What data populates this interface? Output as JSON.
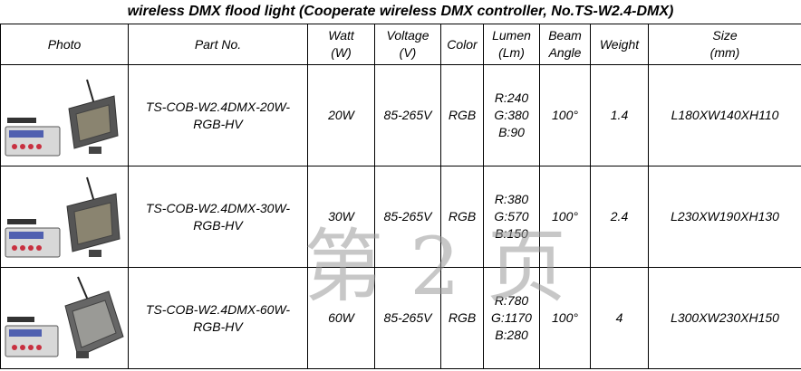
{
  "title": "wireless DMX flood light (Cooperate  wireless DMX controller, No.TS-W2.4-DMX)",
  "headers": {
    "photo": "Photo",
    "part_no": "Part No.",
    "watt": [
      "Watt",
      "(W)"
    ],
    "voltage": [
      "Voltage",
      "(V)"
    ],
    "color": "Color",
    "lumen": [
      "Lumen",
      "(Lm)"
    ],
    "beam": [
      "Beam",
      "Angle"
    ],
    "weight": "Weight",
    "size": [
      "Size",
      "(mm)"
    ]
  },
  "rows": [
    {
      "part_no": [
        "TS-COB-W2.4DMX-20W-",
        "RGB-HV"
      ],
      "watt": "20W",
      "voltage": "85-265V",
      "color": "RGB",
      "lumen": [
        "R:240",
        "G:380",
        "B:90"
      ],
      "beam": "100°",
      "weight": "1.4",
      "size": "L180XW140XH110"
    },
    {
      "part_no": [
        "TS-COB-W2.4DMX-30W-",
        "RGB-HV"
      ],
      "watt": "30W",
      "voltage": "85-265V",
      "color": "RGB",
      "lumen": [
        "R:380",
        "G:570",
        "B:150"
      ],
      "beam": "100°",
      "weight": "2.4",
      "size": "L230XW190XH130"
    },
    {
      "part_no": [
        "TS-COB-W2.4DMX-60W-",
        "RGB-HV"
      ],
      "watt": "60W",
      "voltage": "85-265V",
      "color": "RGB",
      "lumen": [
        "R:780",
        "G:1170",
        "B:280"
      ],
      "beam": "100°",
      "weight": "4",
      "size": "L300XW230XH150"
    }
  ],
  "watermark": [
    "第",
    "2",
    "页"
  ]
}
